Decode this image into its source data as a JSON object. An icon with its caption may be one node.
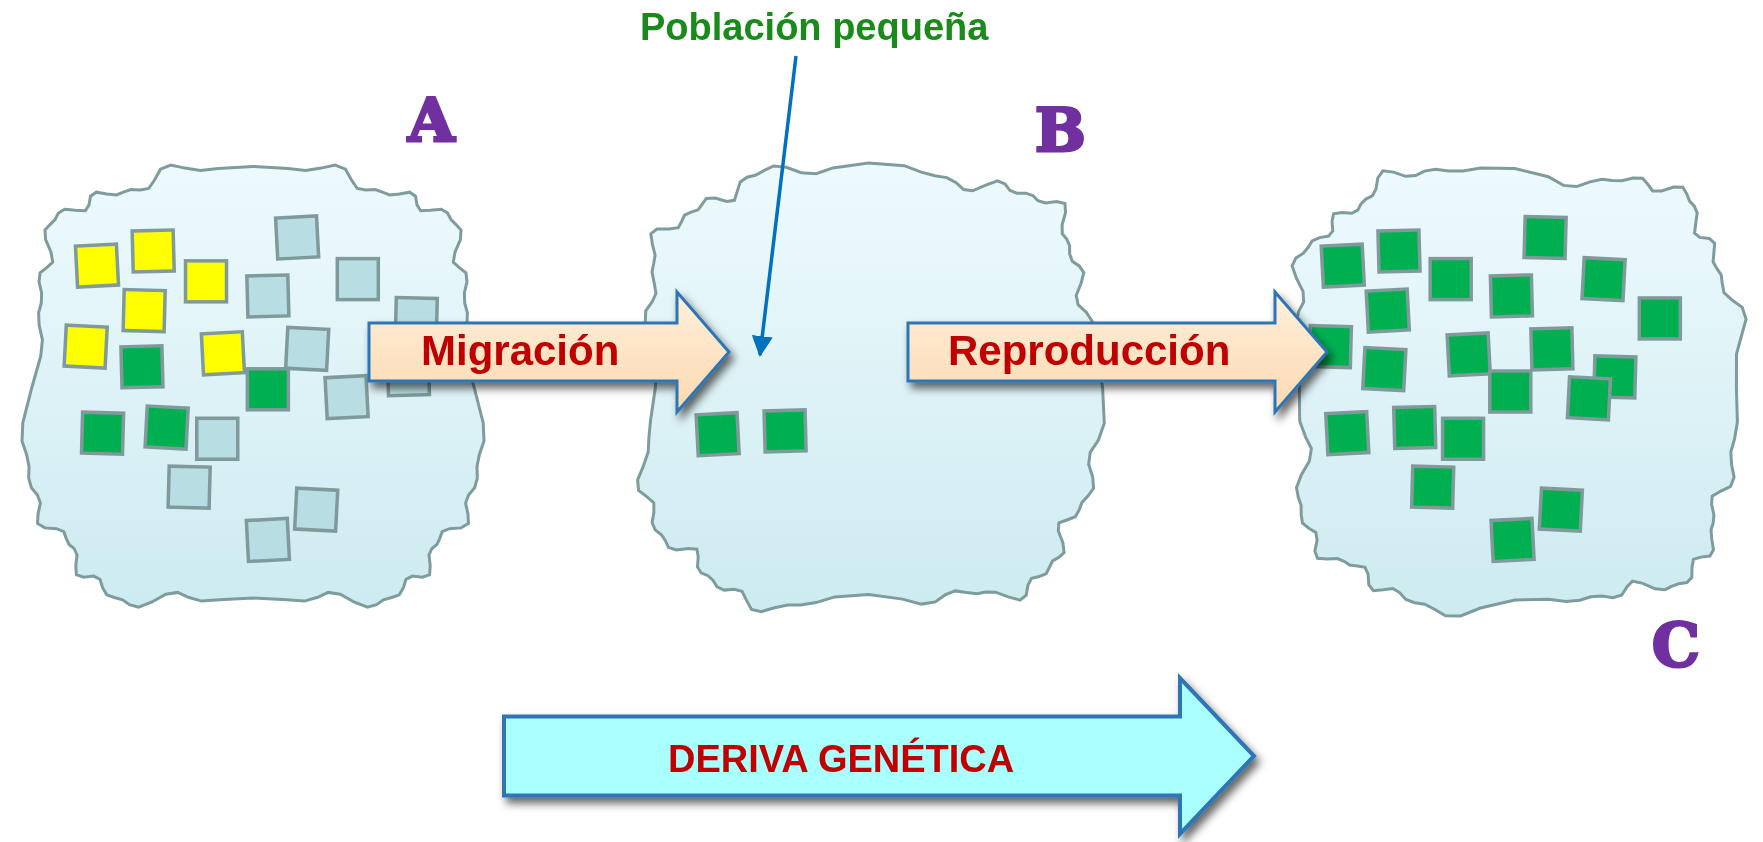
{
  "diagram": {
    "nodes": [
      {
        "text": [
          "A"
        ]
      },
      {
        "text": [
          "B"
        ]
      },
      {
        "text": [
          "C"
        ]
      },
      {
        "text": [
          "Población pequeña"
        ]
      }
    ],
    "edges": [
      {
        "from": 0,
        "to": 1,
        "arrow": "to",
        "label": "Migración"
      },
      {
        "from": 1,
        "to": 2,
        "arrow": "to",
        "label": "Reproducción"
      },
      {
        "from": 3,
        "to": 1,
        "arrow": "to"
      }
    ],
    "labels": [
      "DERIVA GENÉTICA"
    ]
  }
}
